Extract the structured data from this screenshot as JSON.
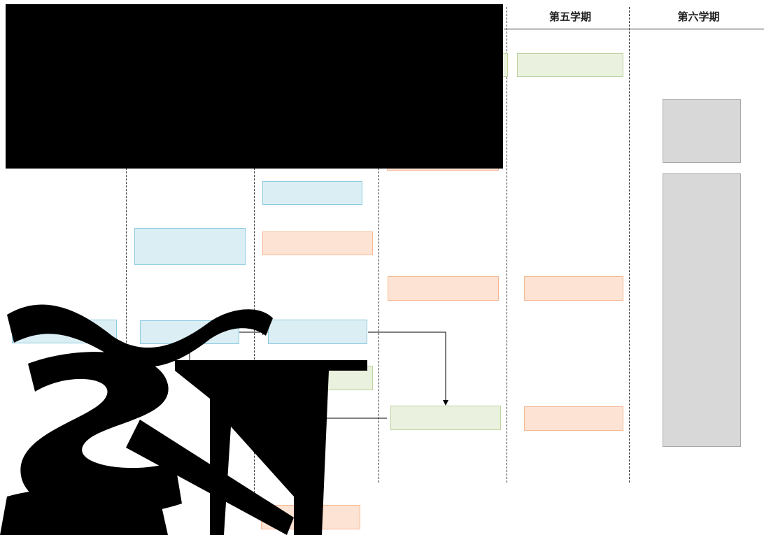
{
  "header": {
    "semester5": "第五学期",
    "semester6": "第六学期"
  },
  "colors": {
    "blue_fill": "#dbeef4",
    "orange_fill": "#fde3d3",
    "green_fill": "#ebf1df",
    "gray_fill": "#d8d8d8",
    "redaction": "#000000"
  },
  "overlay": {
    "glyphs": "~ SN"
  }
}
